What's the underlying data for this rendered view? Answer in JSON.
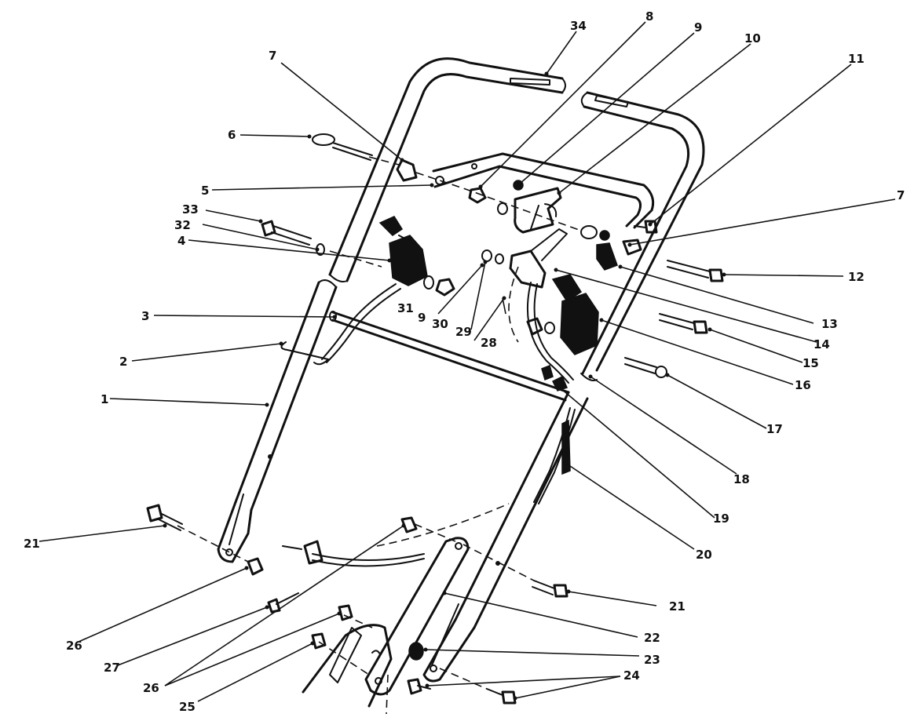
{
  "callouts": {
    "c1": "1",
    "c2": "2",
    "c3": "3",
    "c4": "4",
    "c5": "5",
    "c6": "6",
    "c7a": "7",
    "c7b": "7",
    "c8": "8",
    "c9a": "9",
    "c9b": "9",
    "c10": "10",
    "c11": "11",
    "c12": "12",
    "c13": "13",
    "c14": "14",
    "c15": "15",
    "c16": "16",
    "c17": "17",
    "c18": "18",
    "c19": "19",
    "c20": "20",
    "c21a": "21",
    "c21b": "21",
    "c22": "22",
    "c23": "23",
    "c24": "24",
    "c25": "25",
    "c26a": "26",
    "c26b": "26",
    "c27": "27",
    "c28": "28",
    "c29": "29",
    "c30": "30",
    "c31": "31",
    "c32": "32",
    "c33": "33",
    "c34": "34"
  }
}
